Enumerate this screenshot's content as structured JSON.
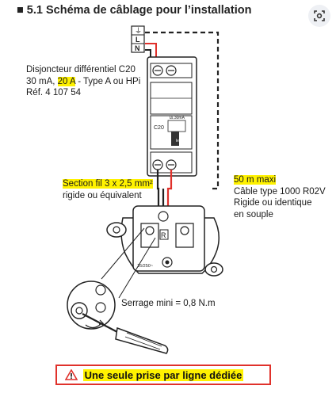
{
  "section": {
    "bullet": "■",
    "title": "5.1 Schéma de câblage pour l’installation"
  },
  "lens_button": {
    "icon": "visual-search-icon"
  },
  "breaker": {
    "label_line1": "Disjoncteur différentiel C20",
    "label_line2_a": "30 mA, ",
    "label_line2_highlight": "20 A",
    "label_line2_b": " - Type A ou HPi",
    "label_line3": "Réf. 4 107 54",
    "device_rating": "C20",
    "device_trip": "I∆ 30mA",
    "device_brand": "legrand"
  },
  "terminal_block": {
    "labels": [
      "⏚",
      "L",
      "N"
    ]
  },
  "section_wire": {
    "line1_highlight": "Section fil 3 x 2,5 mm²",
    "line2": "rigide ou équivalent"
  },
  "cable": {
    "line1_highlight": "50 m maxi",
    "line2": "Câble type 1000 R02V",
    "line3": "Rigide ou identique",
    "line4": "en souple"
  },
  "socket": {
    "marking": "16/250~",
    "reset_label": "R"
  },
  "torque": {
    "label": "Serrage mini = 0,8 N.m"
  },
  "warning": {
    "icon": "warning-triangle-icon",
    "text": "Une seule prise par ligne dédiée",
    "border_color": "#e0312b",
    "highlight_color": "#fff200"
  },
  "colors": {
    "phase_wire": "#e0312b",
    "neutral_wire": "#222222",
    "earth_dashed": "#222222"
  }
}
